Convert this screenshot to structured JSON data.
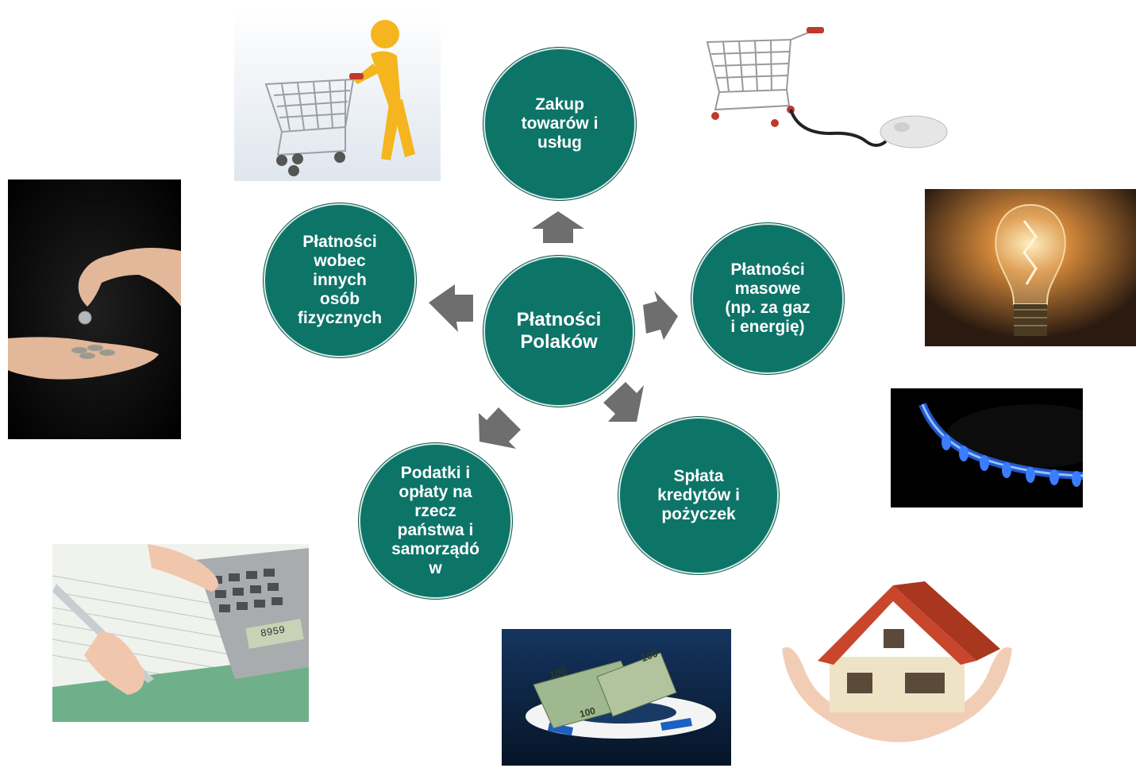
{
  "center": {
    "label": "Płatności\nPolaków"
  },
  "nodes": {
    "purchase": {
      "label": "Zakup\ntowarów i\nusług"
    },
    "mass_payments": {
      "label": "Płatności\nmasowe\n(np. za gaz\ni energię)"
    },
    "loans": {
      "label": "Spłata\nkredytów i\npożyczek"
    },
    "taxes": {
      "label": "Podatki i\nopłaty na\nrzecz\npaństwa i\nsamorządó\nw"
    },
    "private": {
      "label": "Płatności\nwobec\ninnych\nosób\nfizycznych"
    }
  },
  "colors": {
    "node_fill": "#0d7468",
    "arrow": "#6e6e6e",
    "text": "#ffffff"
  },
  "banknote_numerals": [
    "100",
    "100",
    "100"
  ],
  "calculator_display": "8959",
  "photos": [
    "person-with-shopping-cart",
    "shopping-cart-with-mouse",
    "light-bulb",
    "gas-burner-flame",
    "house-in-hands",
    "banknotes-on-life-ring",
    "tax-form-and-calculator",
    "coins-in-hand"
  ]
}
